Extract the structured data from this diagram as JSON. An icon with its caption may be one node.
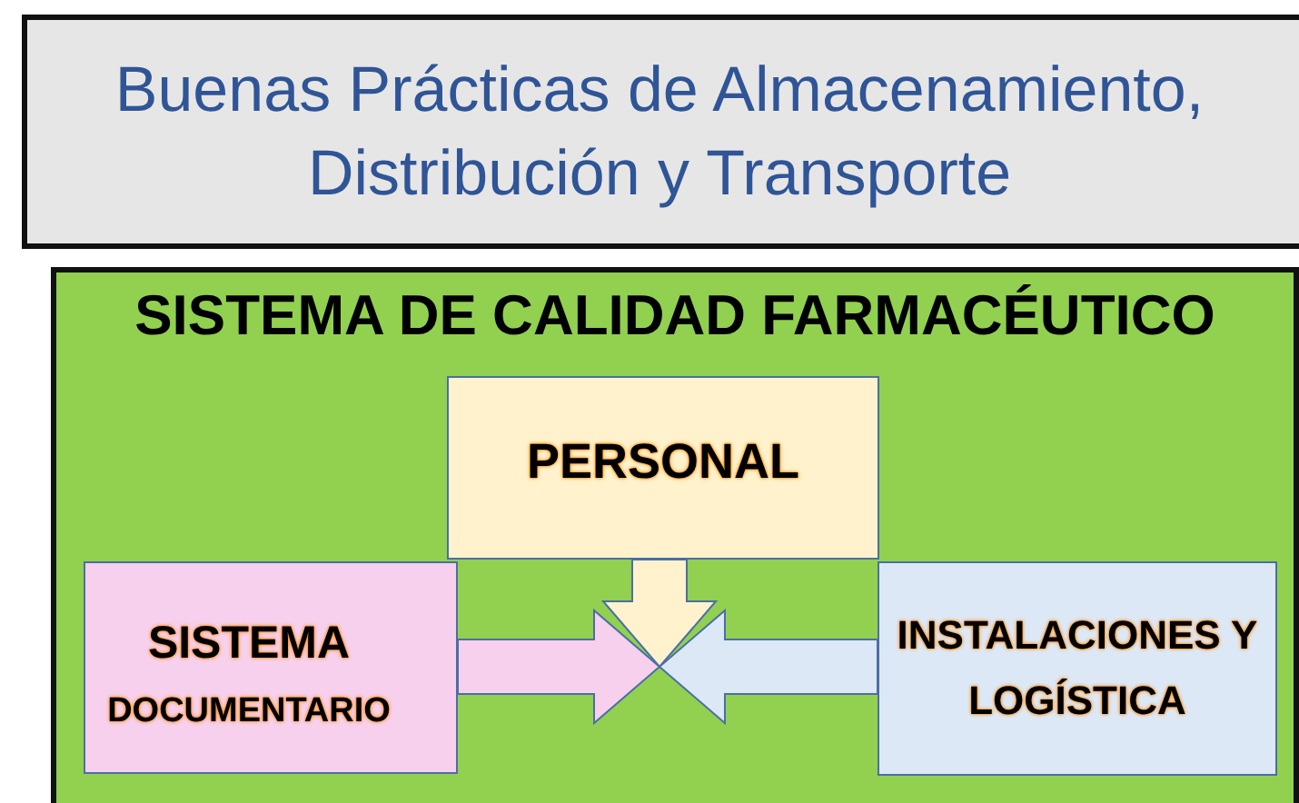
{
  "diagram": {
    "title": "Buenas Prácticas de Almacenamiento, Distribución y Transporte",
    "nodes": [
      {
        "text": [
          "SISTEMA DE CALIDAD FARMACÉUTICO"
        ]
      },
      {
        "text": [
          "PERSONAL"
        ],
        "in": 0
      },
      {
        "text": [
          "SISTEMA",
          "DOCUMENTARIO"
        ],
        "in": 0
      },
      {
        "text": [
          "INSTALACIONES Y LOGÍSTICA"
        ],
        "in": 0
      }
    ],
    "edges": [
      {
        "from": 1,
        "to": null,
        "arrow": "to"
      },
      {
        "from": 2,
        "to": null,
        "arrow": "to"
      },
      {
        "from": 3,
        "to": null,
        "arrow": "to"
      }
    ]
  }
}
